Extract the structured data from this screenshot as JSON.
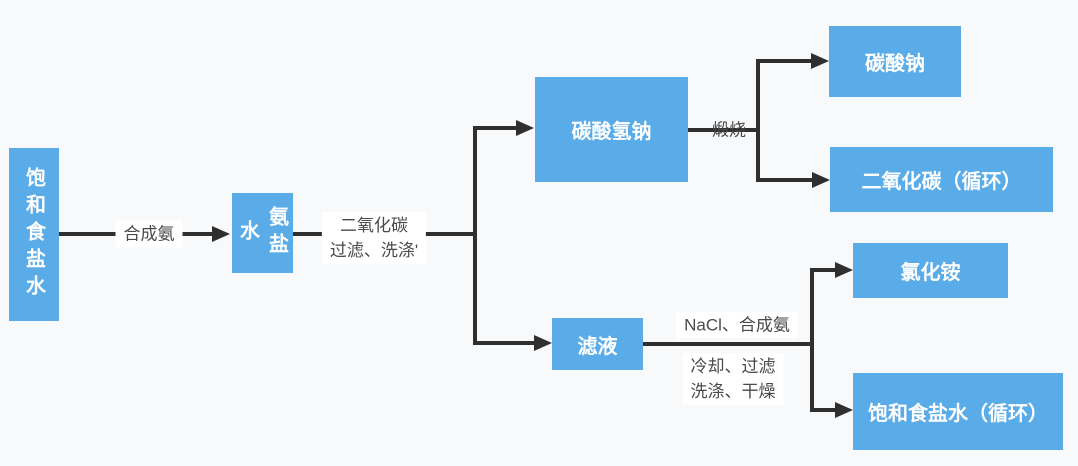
{
  "flowchart": {
    "nodes": {
      "saturated_brine": "饱和食盐水",
      "ammonia_brine": "氨盐水",
      "sodium_bicarbonate": "碳酸氢钠",
      "sodium_carbonate": "碳酸钠",
      "co2_recycle": "二氧化碳（循环）",
      "filtrate": "滤液",
      "ammonium_chloride": "氯化铵",
      "saturated_brine_recycle": "饱和食盐水（循环）"
    },
    "edge_labels": {
      "synthesize_ammonia": "合成氨",
      "co2_line1": "二氧化碳",
      "co2_line2": "过滤、洗涤'",
      "calcine": "煅烧",
      "nacl_ammonia": "NaCl、合成氨",
      "cool_filter": "冷却、过滤",
      "wash_dry": "洗涤、干燥"
    },
    "colors": {
      "node_fill": "#5aace9",
      "node_text": "#ffffff",
      "connector": "#2f2f2f",
      "edge_label_text": "#4a4a4a",
      "edge_label_background": "#ffffff",
      "background": "#f8f9fa"
    }
  }
}
